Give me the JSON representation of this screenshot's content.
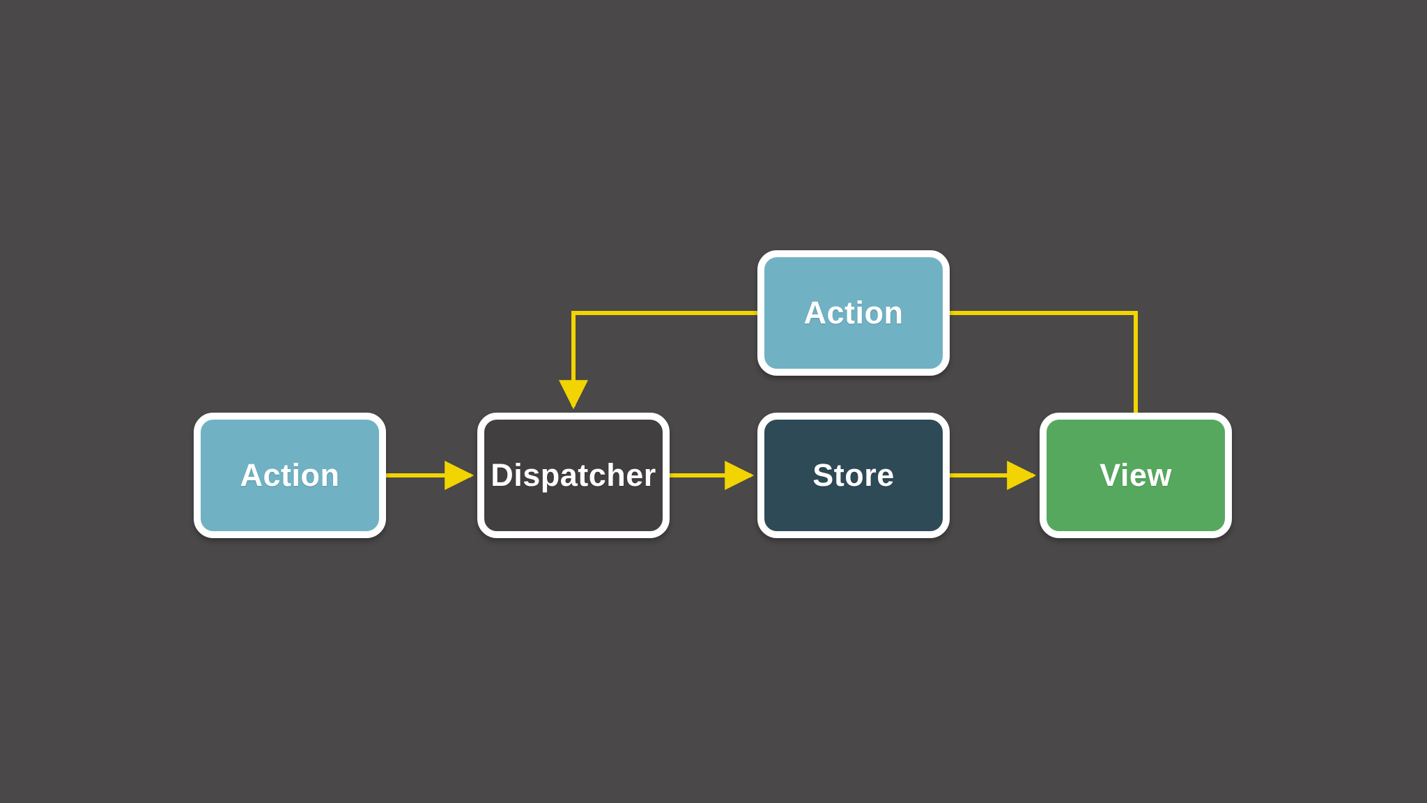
{
  "diagram": {
    "background_color": "#4a4848",
    "arrow_color": "#f2d402",
    "node_border_color": "#ffffff",
    "label_color": "#ffffff",
    "nodes": [
      {
        "id": "action-left",
        "label": "Action",
        "fill": "#70b2c4"
      },
      {
        "id": "dispatcher",
        "label": "Dispatcher",
        "fill": "#413f3f"
      },
      {
        "id": "store",
        "label": "Store",
        "fill": "#2e4a57"
      },
      {
        "id": "view",
        "label": "View",
        "fill": "#57a85f"
      },
      {
        "id": "action-top",
        "label": "Action",
        "fill": "#70b2c4"
      }
    ],
    "edges": [
      {
        "from": "action-left",
        "to": "dispatcher",
        "arrowhead": true
      },
      {
        "from": "dispatcher",
        "to": "store",
        "arrowhead": true
      },
      {
        "from": "store",
        "to": "view",
        "arrowhead": true
      },
      {
        "from": "view",
        "to": "action-top",
        "arrowhead": false
      },
      {
        "from": "action-top",
        "to": "dispatcher",
        "arrowhead": true
      }
    ]
  }
}
